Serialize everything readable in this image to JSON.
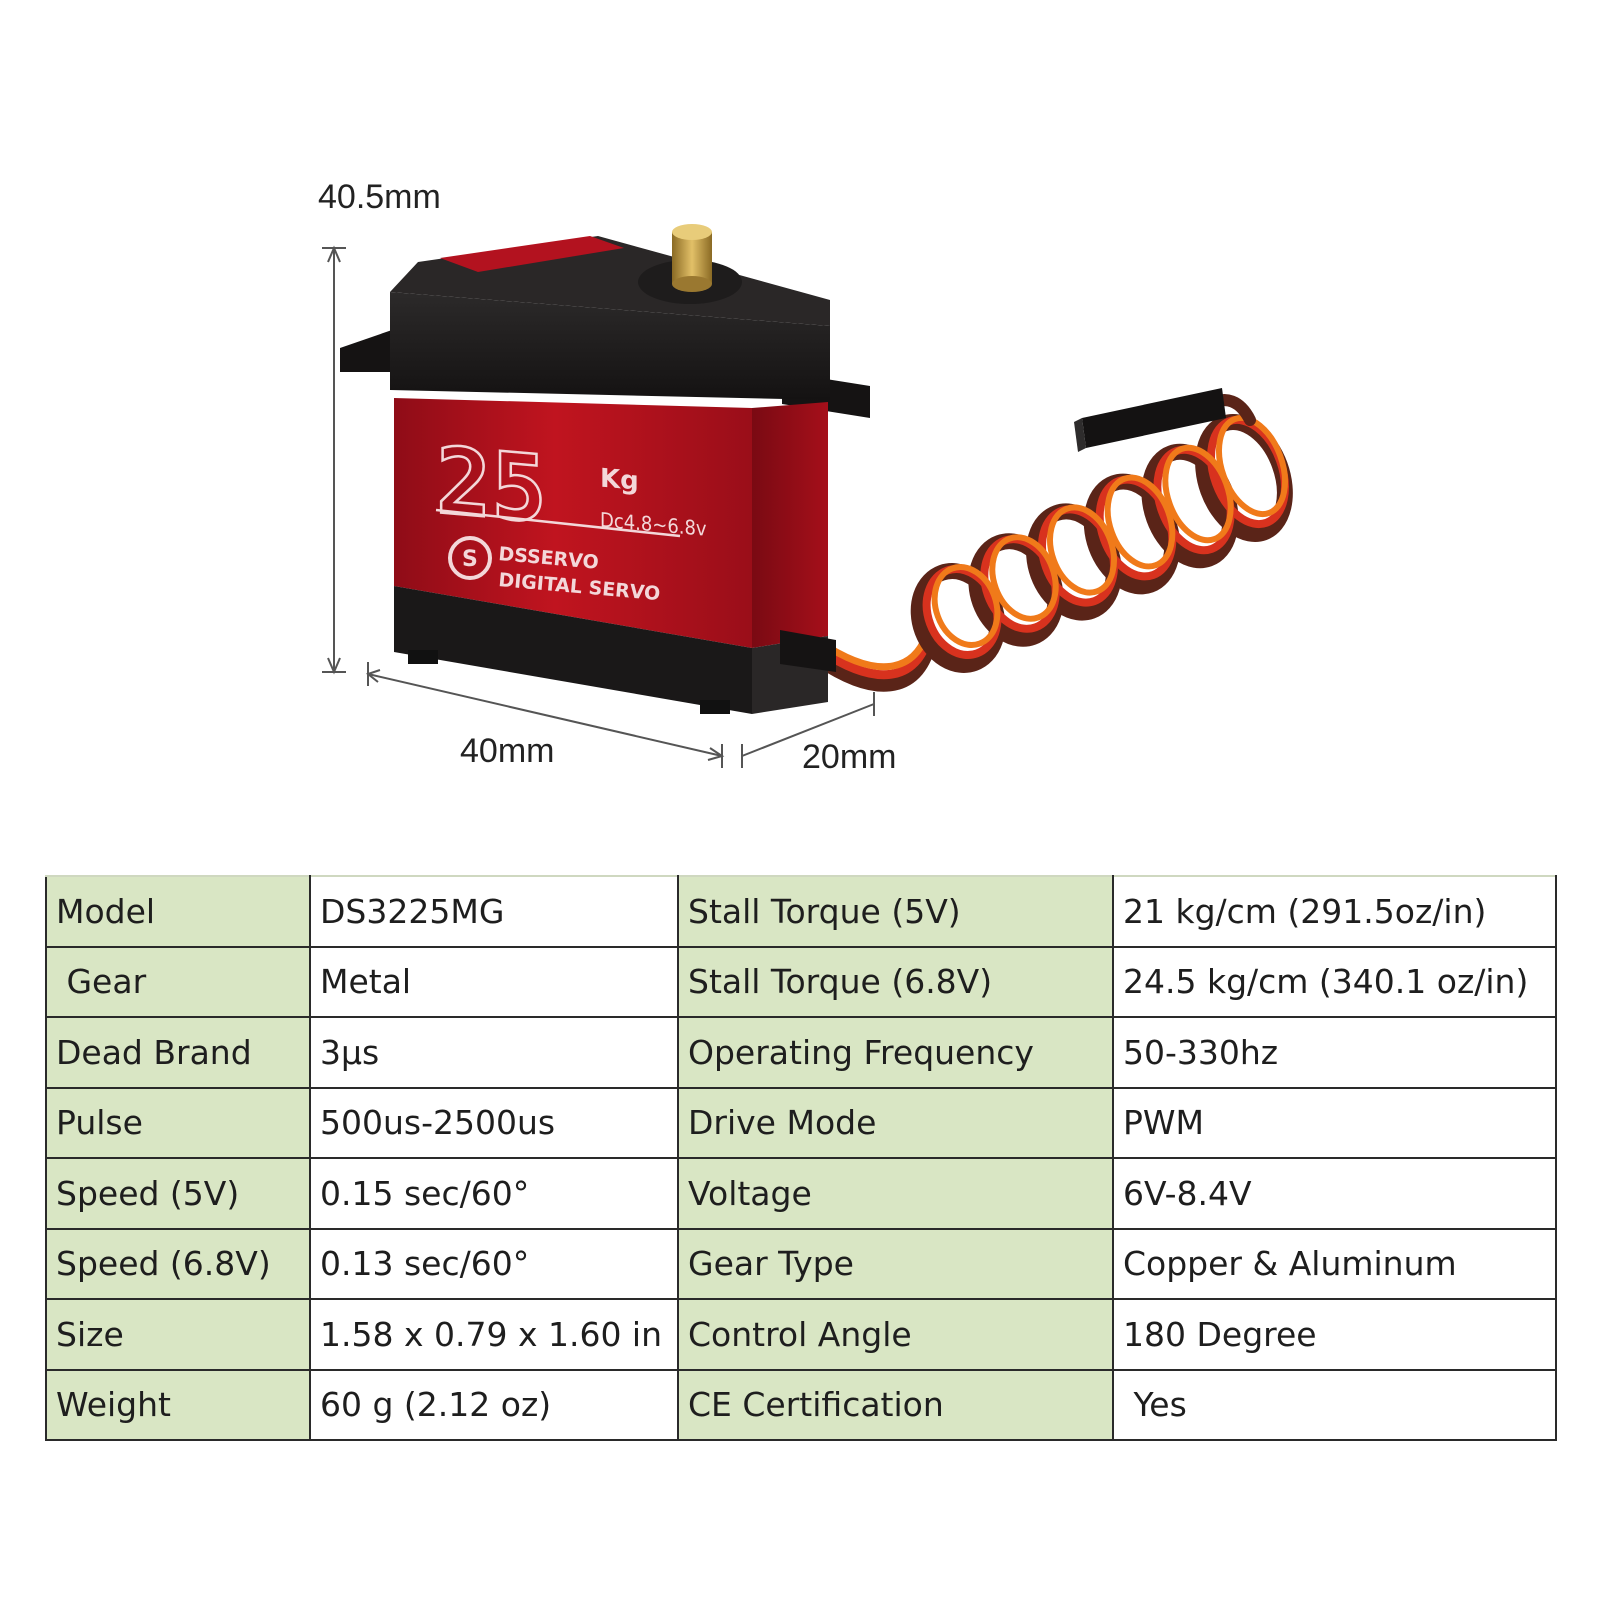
{
  "dimensions": {
    "height": "40.5mm",
    "length": "40mm",
    "width": "20mm"
  },
  "product_marking": {
    "torque": "25",
    "unit": "Kg",
    "voltage": "Dc4.8~6.8v",
    "brand": "DSSERVO",
    "subtitle": "DIGITAL SERVO"
  },
  "colors": {
    "body_red": "#b3121f",
    "housing_black": "#1c1a1a",
    "gear_brass": "#c8a24a",
    "label_cell_green": "#d9e6c4",
    "wire_orange": "#f07a1a",
    "wire_red": "#d8321e",
    "wire_brown": "#5a2418"
  },
  "specs": [
    {
      "label1": "Model",
      "value1": "DS3225MG",
      "label2": "Stall Torque (5V)",
      "value2": "21 kg/cm (291.5oz/in)"
    },
    {
      "label1": " Gear",
      "value1": "Metal",
      "label2": "Stall Torque (6.8V)",
      "value2": "24.5 kg/cm (340.1 oz/in)"
    },
    {
      "label1": "Dead Brand",
      "value1": "3μs",
      "label2": "Operating Frequency",
      "value2": "50-330hz"
    },
    {
      "label1": "Pulse",
      "value1": "500us-2500us",
      "label2": "Drive Mode",
      "value2": "PWM"
    },
    {
      "label1": "Speed (5V)",
      "value1": "0.15 sec/60°",
      "label2": "Voltage",
      "value2": "6V-8.4V"
    },
    {
      "label1": "Speed (6.8V)",
      "value1": "0.13 sec/60°",
      "label2": "Gear Type",
      "value2": "Copper & Aluminum"
    },
    {
      "label1": "Size",
      "value1": "1.58 x 0.79 x 1.60 in",
      "label2": "Control Angle",
      "value2": "180 Degree"
    },
    {
      "label1": "Weight",
      "value1": "60 g (2.12 oz)",
      "label2": "CE Certification",
      "value2": " Yes"
    }
  ]
}
